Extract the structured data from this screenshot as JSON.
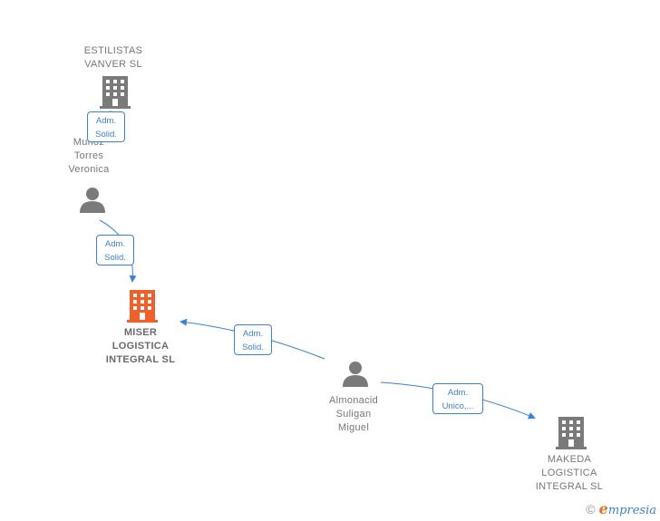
{
  "nodes": {
    "estilistas": {
      "label": "ESTILISTAS\nVANVER  SL"
    },
    "munoz": {
      "label": "Muñoz\nTorres\nVeronica"
    },
    "miser": {
      "label": "MISER\nLOGISTICA\nINTEGRAL  SL"
    },
    "almonacid": {
      "label": "Almonacid\nSuligan\nMiguel"
    },
    "makeda": {
      "label": "MAKEDA\nLOGISTICA\nINTEGRAL  SL"
    }
  },
  "edges": {
    "munoz_estilistas": {
      "label": "Adm.\nSolid."
    },
    "munoz_miser": {
      "label": "Adm.\nSolid."
    },
    "almonacid_miser": {
      "label": "Adm.\nSolid."
    },
    "almonacid_makeda": {
      "label": "Adm.\nUnico,..."
    }
  },
  "footer": {
    "copyright": "©",
    "brand_e": "e",
    "brand_rest": "mpresia"
  },
  "colors": {
    "edge": "#3b82d6",
    "building": "#7a7a7a",
    "highlight": "#f0602a",
    "person": "#7a7a7a"
  }
}
